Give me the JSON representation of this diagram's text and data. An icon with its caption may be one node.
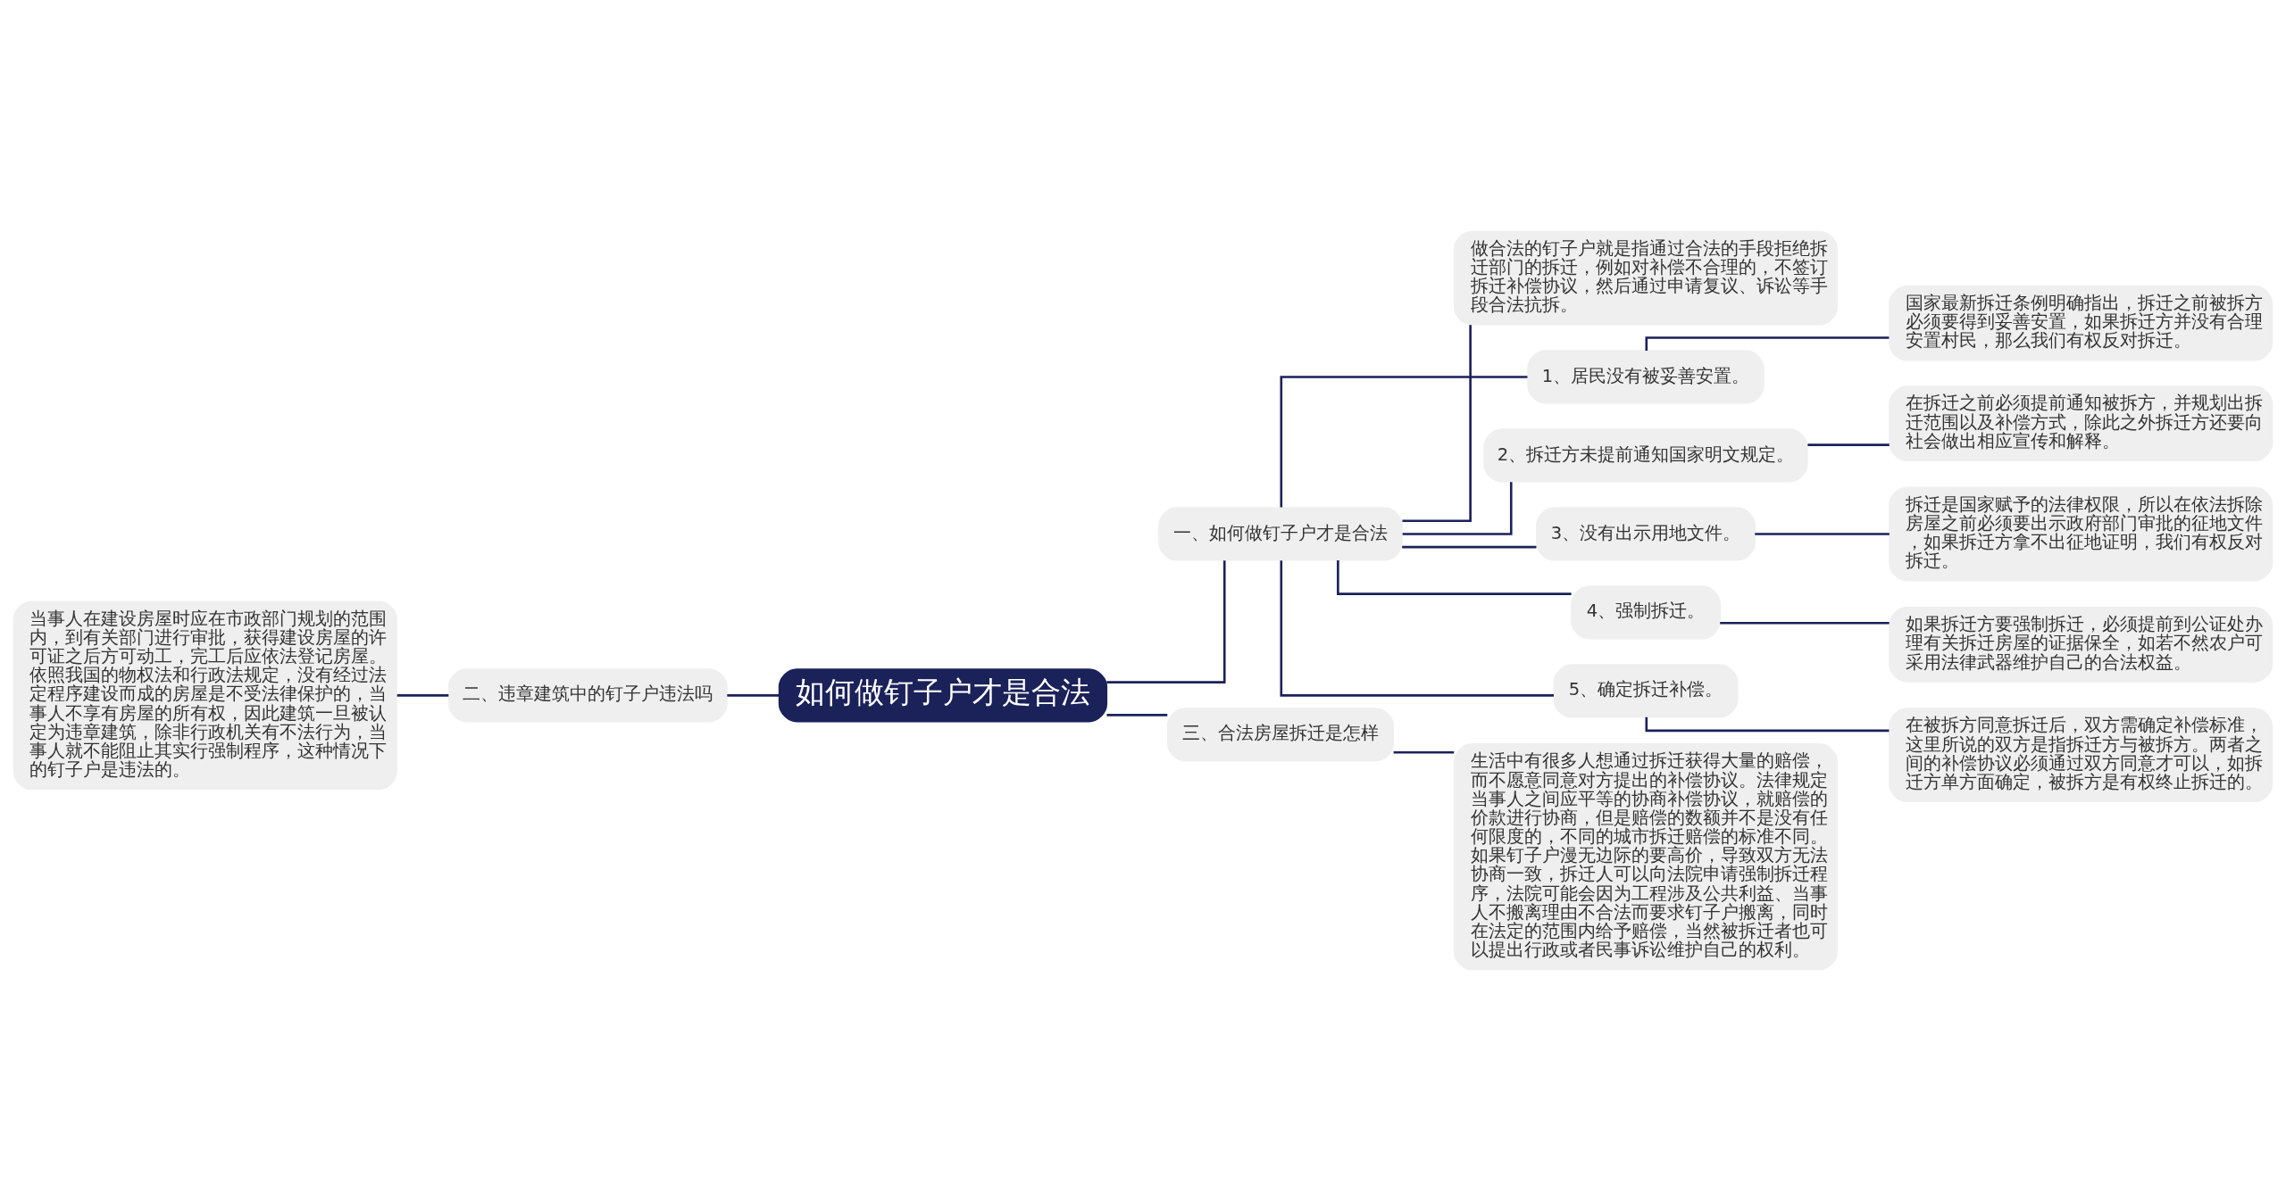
{
  "diagram": {
    "nodes": [
      {
        "text": [
          "如何做钉子户才是合法"
        ]
      },
      {
        "text": [
          "一、如何做钉子户才是合法"
        ]
      },
      {
        "text": [
          "做合法的钉子户就是指通过合法的手段拒绝拆迁部门的拆迁，例如对补偿不合理的，不签订拆迁补偿协议，然后通过申请复议、诉讼等手段合法抗拆。"
        ]
      },
      {
        "text": [
          "1、居民没有被妥善安置。"
        ]
      },
      {
        "text": [
          "国家最新拆迁条例明确指出，拆迁之前被拆方必须要得到妥善安置，如果拆迁方并没有合理安置村民，那么我们有权反对拆迁。"
        ]
      },
      {
        "text": [
          "2、拆迁方未提前通知国家明文规定。"
        ]
      },
      {
        "text": [
          "在拆迁之前必须提前通知被拆方，并规划出拆迁范围以及补偿方式，除此之外拆迁方还要向社会做出相应宣传和解释。"
        ]
      },
      {
        "text": [
          "3、没有出示用地文件。"
        ]
      },
      {
        "text": [
          "拆迁是国家赋予的法律权限，所以在依法拆除房屋之前必须要出示政府部门审批的征地文件，如果拆迁方拿不出征地证明，我们有权反对拆迁。"
        ]
      },
      {
        "text": [
          "4、强制拆迁。"
        ]
      },
      {
        "text": [
          "如果拆迁方要强制拆迁，必须提前到公证处办理有关拆迁房屋的证据保全，如若不然农户可采用法律武器维护自己的合法权益。"
        ]
      },
      {
        "text": [
          "5、确定拆迁补偿。"
        ]
      },
      {
        "text": [
          "在被拆方同意拆迁后，双方需确定补偿标准，这里所说的双方是指拆迁方与被拆方。两者之间的补偿协议必须通过双方同意才可以，如拆迁方单方面确定，被拆方是有权终止拆迁的。"
        ]
      },
      {
        "text": [
          "二、违章建筑中的钉子户违法吗"
        ]
      },
      {
        "text": [
          "当事人在建设房屋时应在市政部门规划的范围内，到有关部门进行审批，获得建设房屋的许可证之后方可动工，完工后应依法登记房屋。依照我国的物权法和行政法规定，没有经过法定程序建设而成的房屋是不受法律保护的，当事人不享有房屋的所有权，因此建筑一旦被认定为违章建筑，除非行政机关有不法行为，当事人就不能阻止其实行强制程序，这种情况下的钉子户是违法的。"
        ]
      },
      {
        "text": [
          "三、合法房屋拆迁是怎样"
        ]
      },
      {
        "text": [
          "生活中有很多人想通过拆迁获得大量的赔偿，而不愿意同意对方提出的补偿协议。法律规定当事人之间应平等的协商补偿协议，就赔偿的价款进行协商，但是赔偿的数额并不是没有任何限度的，不同的城市拆迁赔偿的标准不同。如果钉子户漫无边际的要高价，导致双方无法协商一致，拆迁人可以向法院申请强制拆迁程序，法院可能会因为工程涉及公共利益、当事人不搬离理由不合法而要求钉子户搬离，同时在法定的范围内给予赔偿，当然被拆迁者也可以提出行政或者民事诉讼维护自己的权利。"
        ]
      }
    ],
    "edges": [
      {
        "from": 0,
        "to": 1,
        "arrow": "none"
      },
      {
        "from": 1,
        "to": 2,
        "arrow": "none"
      },
      {
        "from": 1,
        "to": 3,
        "arrow": "none"
      },
      {
        "from": 3,
        "to": 4,
        "arrow": "none"
      },
      {
        "from": 1,
        "to": 5,
        "arrow": "none"
      },
      {
        "from": 5,
        "to": 6,
        "arrow": "none"
      },
      {
        "from": 1,
        "to": 7,
        "arrow": "none"
      },
      {
        "from": 7,
        "to": 8,
        "arrow": "none"
      },
      {
        "from": 1,
        "to": 9,
        "arrow": "none"
      },
      {
        "from": 9,
        "to": 10,
        "arrow": "none"
      },
      {
        "from": 1,
        "to": 11,
        "arrow": "none"
      },
      {
        "from": 11,
        "to": 12,
        "arrow": "none"
      },
      {
        "from": 0,
        "to": 13,
        "arrow": "none"
      },
      {
        "from": 13,
        "to": 14,
        "arrow": "none"
      },
      {
        "from": 0,
        "to": 15,
        "arrow": "none"
      },
      {
        "from": 15,
        "to": 16,
        "arrow": "none"
      }
    ]
  }
}
